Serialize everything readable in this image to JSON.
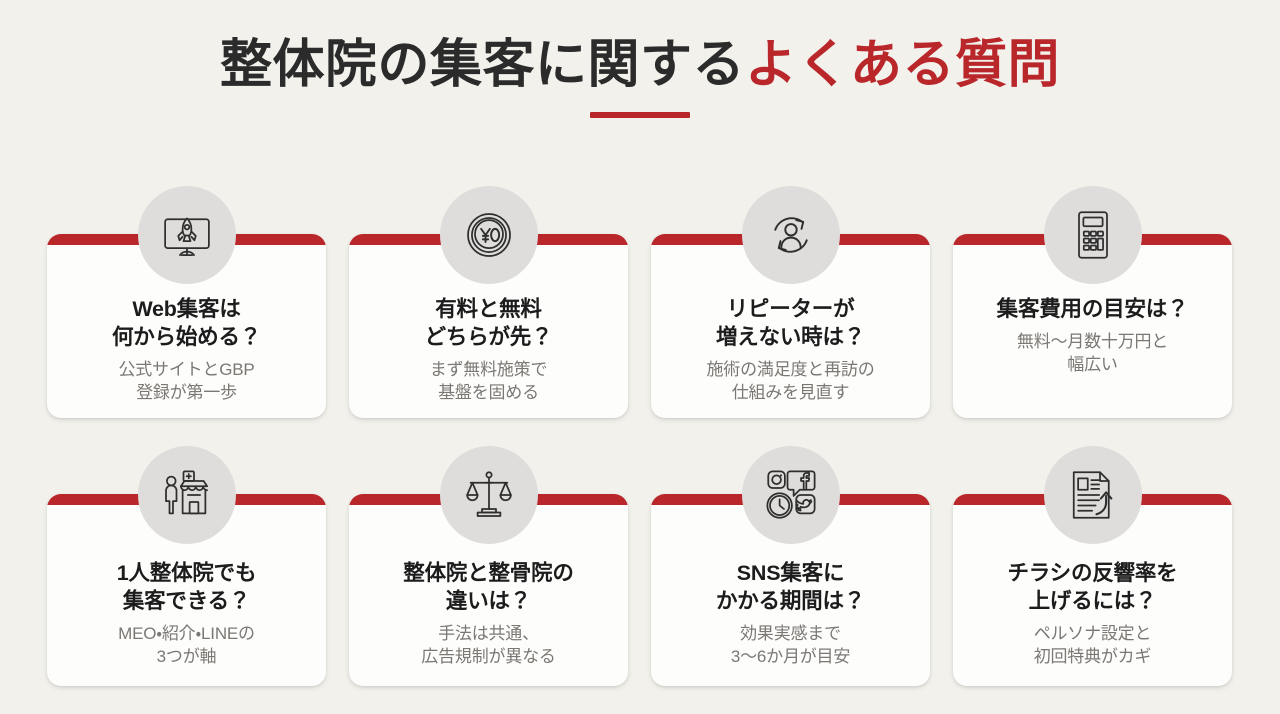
{
  "header": {
    "title_dark": "整体院の集客に関する",
    "title_accent": "よくある質問"
  },
  "colors": {
    "background": "#f2f1ec",
    "accent_red": "#b9272b",
    "card_background": "#fdfdfc",
    "icon_circle": "#dedddb",
    "title_dark": "#2b2b2b",
    "card_title": "#1c1c1c",
    "card_subtitle": "#7b7873"
  },
  "cards": [
    {
      "icon": "rocket-monitor-icon",
      "title": "Web集客は\n何から始める？",
      "subtitle": "公式サイトとGBP\n登録が第一歩"
    },
    {
      "icon": "yen-zero-coin-icon",
      "title": "有料と無料\nどちらが先？",
      "subtitle": "まず無料施策で\n基盤を固める"
    },
    {
      "icon": "repeat-customer-icon",
      "title": "リピーターが\n増えない時は？",
      "subtitle": "施術の満足度と再訪の\n仕組みを見直す"
    },
    {
      "icon": "calculator-icon",
      "title": "集客費用の目安は？",
      "subtitle": "無料〜月数十万円と\n幅広い"
    },
    {
      "icon": "person-clinic-icon",
      "title": "1人整体院でも\n集客できる？",
      "subtitle": "MEO・紹介・LINEの\n3つが軸"
    },
    {
      "icon": "balance-scales-icon",
      "title": "整体院と整骨院の\n違いは？",
      "subtitle": "手法は共通、\n広告規制が異なる"
    },
    {
      "icon": "sns-clock-icon",
      "title": "SNS集客に\nかかる期間は？",
      "subtitle": "効果実感まで\n3〜6か月が目安"
    },
    {
      "icon": "document-uplift-icon",
      "title": "チラシの反響率を\n上げるには？",
      "subtitle": "ペルソナ設定と\n初回特典がカギ"
    }
  ]
}
